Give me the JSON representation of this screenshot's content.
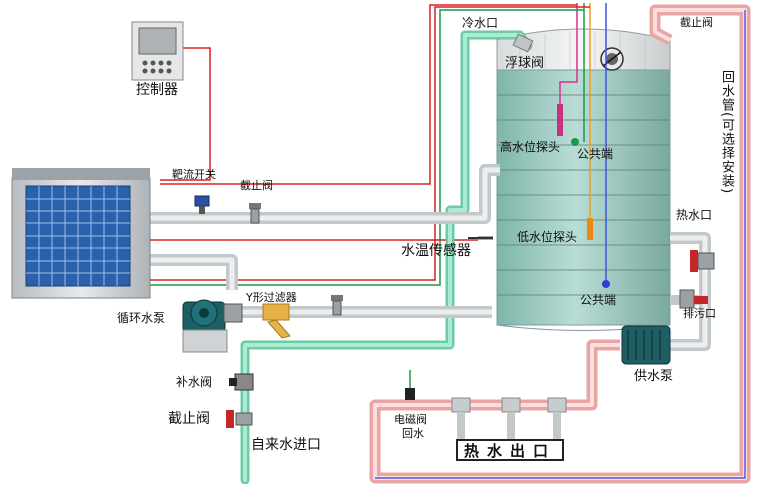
{
  "diagram": {
    "labels": {
      "controller": "控制器",
      "target_flow_switch": "靶流开关",
      "stop_valve_top": "截止阀",
      "cold_water_inlet": "冷水口",
      "stop_valve_right": "截止阀",
      "float_valve": "浮球阀",
      "high_level_probe": "高水位探头",
      "common_end_1": "公共端",
      "low_level_probe": "低水位探头",
      "common_end_2": "公共端",
      "water_temp_sensor": "水温传感器",
      "hot_water_port": "热水口",
      "drain_port": "排污口",
      "return_pipe": "回水管(可选择安装)",
      "y_filter": "Y形过滤器",
      "circulation_pump": "循环水泵",
      "makeup_valve": "补水阀",
      "stop_valve_bottom": "截止阀",
      "water_inlet": "自来水进口",
      "solenoid_valve": "电磁阀",
      "return_water": "回水",
      "hot_water_outlet": "热水出口",
      "supply_pump": "供水泵"
    },
    "colors": {
      "pipe": "#d7dcdf",
      "hot_pipe": "#f0b6b4",
      "cold_pipe": "#8fe0c0",
      "blue_line": "#2c3fd9",
      "red_wire": "#d52020",
      "green_wire": "#1a9a48",
      "tank": "#a6cfc7",
      "pump": "#1e5e65"
    }
  }
}
